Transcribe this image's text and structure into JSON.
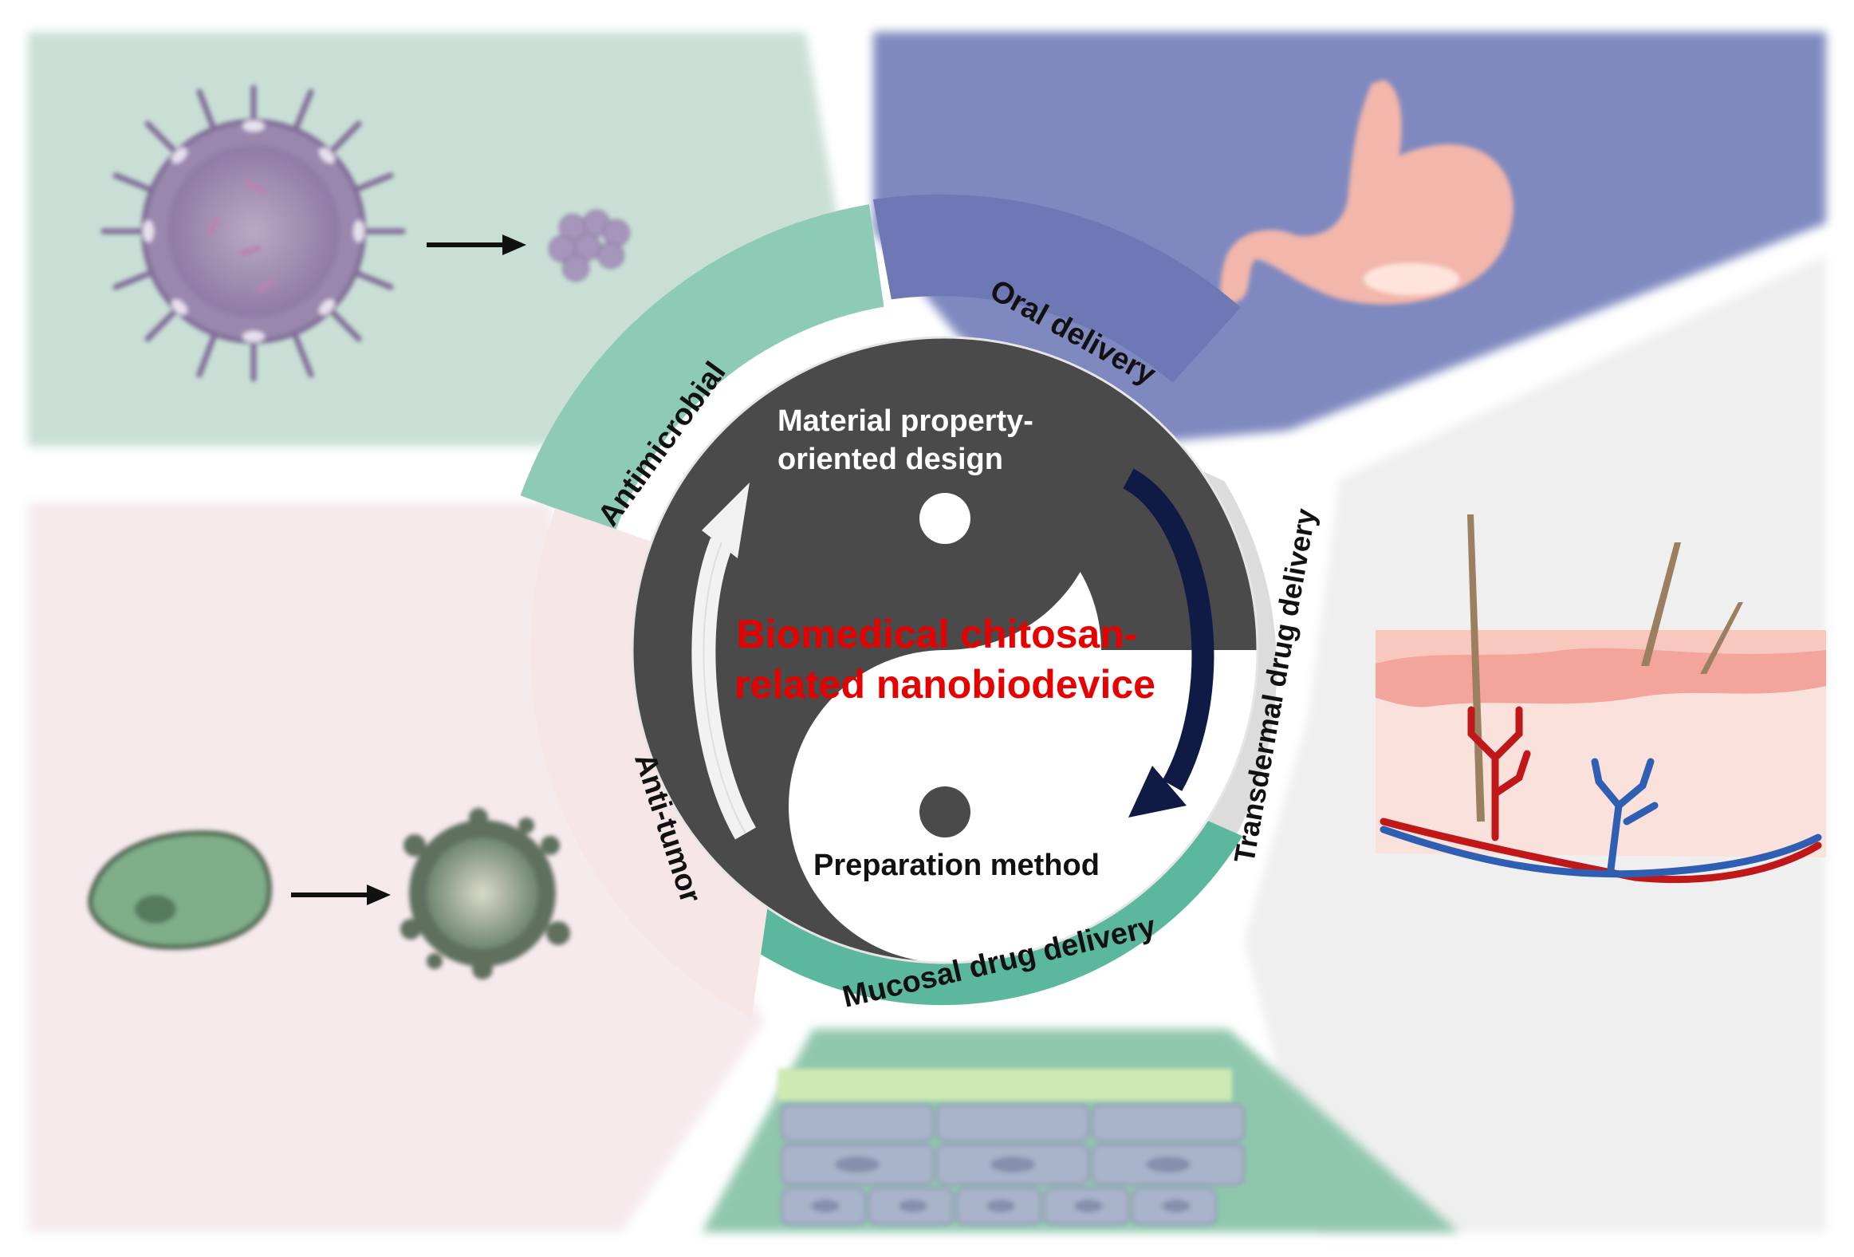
{
  "center": {
    "title_line1": "Biomedical chitosan-",
    "title_line2": "related nanobiodevice",
    "title_color": "#e60000",
    "yang_line1": "Material property-",
    "yang_line2": "oriented design",
    "yin_label": "Preparation method"
  },
  "segments": [
    {
      "id": "oral",
      "label": "Oral delivery",
      "color": "#6e78b4",
      "text_color": "#111111"
    },
    {
      "id": "transdermal",
      "label": "Transdermal drug delivery",
      "color": "#dcdcdc",
      "text_color": "#111111"
    },
    {
      "id": "mucosal",
      "label": "Mucosal drug delivery",
      "color": "#5cb89c",
      "text_color": "#111111"
    },
    {
      "id": "antitumor",
      "label": "Anti-tumor",
      "color": "#f7e6e6",
      "text_color": "#111111"
    },
    {
      "id": "antimicrobial",
      "label": "Antimicrobial",
      "color": "#8ecbb7",
      "text_color": "#111111"
    }
  ],
  "colors": {
    "yin": "#4a4a4a",
    "yang": "#ffffff",
    "panel_green": "#c9dfd6",
    "panel_blue": "#7f89bf",
    "panel_gray": "#efefef",
    "panel_pink": "#f6eaed",
    "panel_mucosa": "#8fc7ad"
  },
  "icons": {
    "virus": "virus-icon",
    "stomach": "stomach-icon",
    "skin": "skin-layer-icon",
    "tumor_cell": "tumor-cell-icon",
    "mucosa": "mucosal-epithelium-icon"
  }
}
